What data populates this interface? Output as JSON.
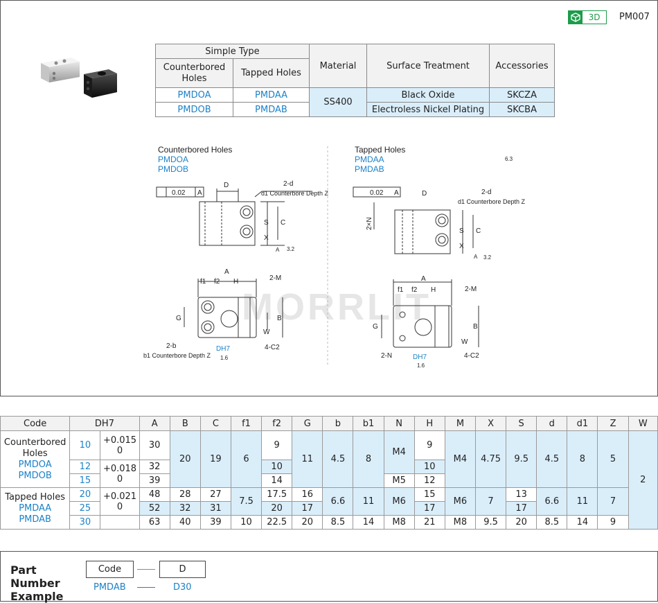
{
  "header": {
    "badge_label": "3D",
    "part_code": "PM007"
  },
  "spec_table": {
    "header_simple_type": "Simple Type",
    "header_counterbored": "Counterbored Holes",
    "header_tapped": "Tapped Holes",
    "header_material": "Material",
    "header_surface": "Surface Treatment",
    "header_accessories": "Accessories",
    "row1_cb": "PMDOA",
    "row1_tp": "PMDAA",
    "material": "SS400",
    "row1_surface": "Black Oxide",
    "row1_acc": "SKCZA",
    "row2_cb": "PMDOB",
    "row2_tp": "PMDAB",
    "row2_surface": "Electroless Nickel Plating",
    "row2_acc": "SKCBA"
  },
  "drawing": {
    "left_title": "Counterbored Holes",
    "left_code1": "PMDOA",
    "left_code2": "PMDOB",
    "right_title": "Tapped Holes",
    "right_code1": "PMDAA",
    "right_code2": "PMDAB",
    "tol_value": "0.02",
    "tol_ref": "A",
    "lbl_D": "D",
    "lbl_2d": "2-d",
    "lbl_d1": "d1 Counterbore Depth Z",
    "lbl_S": "S",
    "lbl_C": "C",
    "lbl_X": "X",
    "lbl_32": "3.2",
    "lbl_A": "A",
    "lbl_2M": "2-M",
    "lbl_f1": "f1",
    "lbl_f2": "f2",
    "lbl_H": "H",
    "lbl_G": "G",
    "lbl_B": "B",
    "lbl_W": "W",
    "lbl_2b": "2-b",
    "lbl_b1": "b1 Counterbore Depth Z",
    "lbl_DH7": "DH7",
    "lbl_16": "1.6",
    "lbl_4C2": "4-C2",
    "lbl_2xN": "2×N",
    "lbl_2N": "2-N",
    "lbl_63": "6.3",
    "watermark": "MORRLIT"
  },
  "dim_table": {
    "headers": [
      "Code",
      "DH7",
      "A",
      "B",
      "C",
      "f1",
      "f2",
      "G",
      "b",
      "b1",
      "N",
      "H",
      "M",
      "X",
      "S",
      "d",
      "d1",
      "Z",
      "W"
    ],
    "g1_title": "Counterbored Holes",
    "g1_code1": "PMDOA",
    "g1_code2": "PMDOB",
    "g2_title": "Tapped Holes",
    "g2_code1": "PMDAA",
    "g2_code2": "PMDAB",
    "d_vals": [
      "10",
      "12",
      "15",
      "20",
      "25",
      "30"
    ],
    "tol_015": "+0.015",
    "tol_018": "+0.018",
    "tol_021": "+0.021",
    "tol_zero": "0",
    "A": [
      "30",
      "32",
      "39",
      "48",
      "52",
      "63"
    ],
    "B_g1": "20",
    "B": [
      "28",
      "32",
      "40"
    ],
    "C_g1": "19",
    "C": [
      "27",
      "31",
      "39"
    ],
    "f1_g1": "6",
    "f1_g2": "7.5",
    "f1_last": "10",
    "f2": [
      "9",
      "10",
      "14",
      "17.5",
      "20",
      "22.5"
    ],
    "G_g1": "11",
    "G": [
      "16",
      "17",
      "20"
    ],
    "b_g1": "4.5",
    "b_g2": "6.6",
    "b_last": "8.5",
    "b1_g1": "8",
    "b1_g2": "11",
    "b1_last": "14",
    "N_a": "M4",
    "N_b": "M5",
    "N_g2": "M6",
    "N_last": "M8",
    "H": [
      "9",
      "10",
      "12",
      "15",
      "17",
      "21"
    ],
    "M_g1": "M4",
    "M_g2": "M6",
    "M_last": "M8",
    "X_g1": "4.75",
    "X_g2": "7",
    "X_last": "9.5",
    "S_g1": "9.5",
    "S_a": "13",
    "S_b": "17",
    "S_last": "20",
    "d_g1": "4.5",
    "d_g2": "6.6",
    "d_last": "8.5",
    "d1_g1": "8",
    "d1_g2": "11",
    "d1_last": "14",
    "Z_g1": "5",
    "Z_g2": "7",
    "Z_last": "9",
    "W": "2"
  },
  "part_number": {
    "title": "Part Number Example",
    "field_code": "Code",
    "field_d": "D",
    "ex_code": "PMDAB",
    "ex_d": "D30"
  }
}
